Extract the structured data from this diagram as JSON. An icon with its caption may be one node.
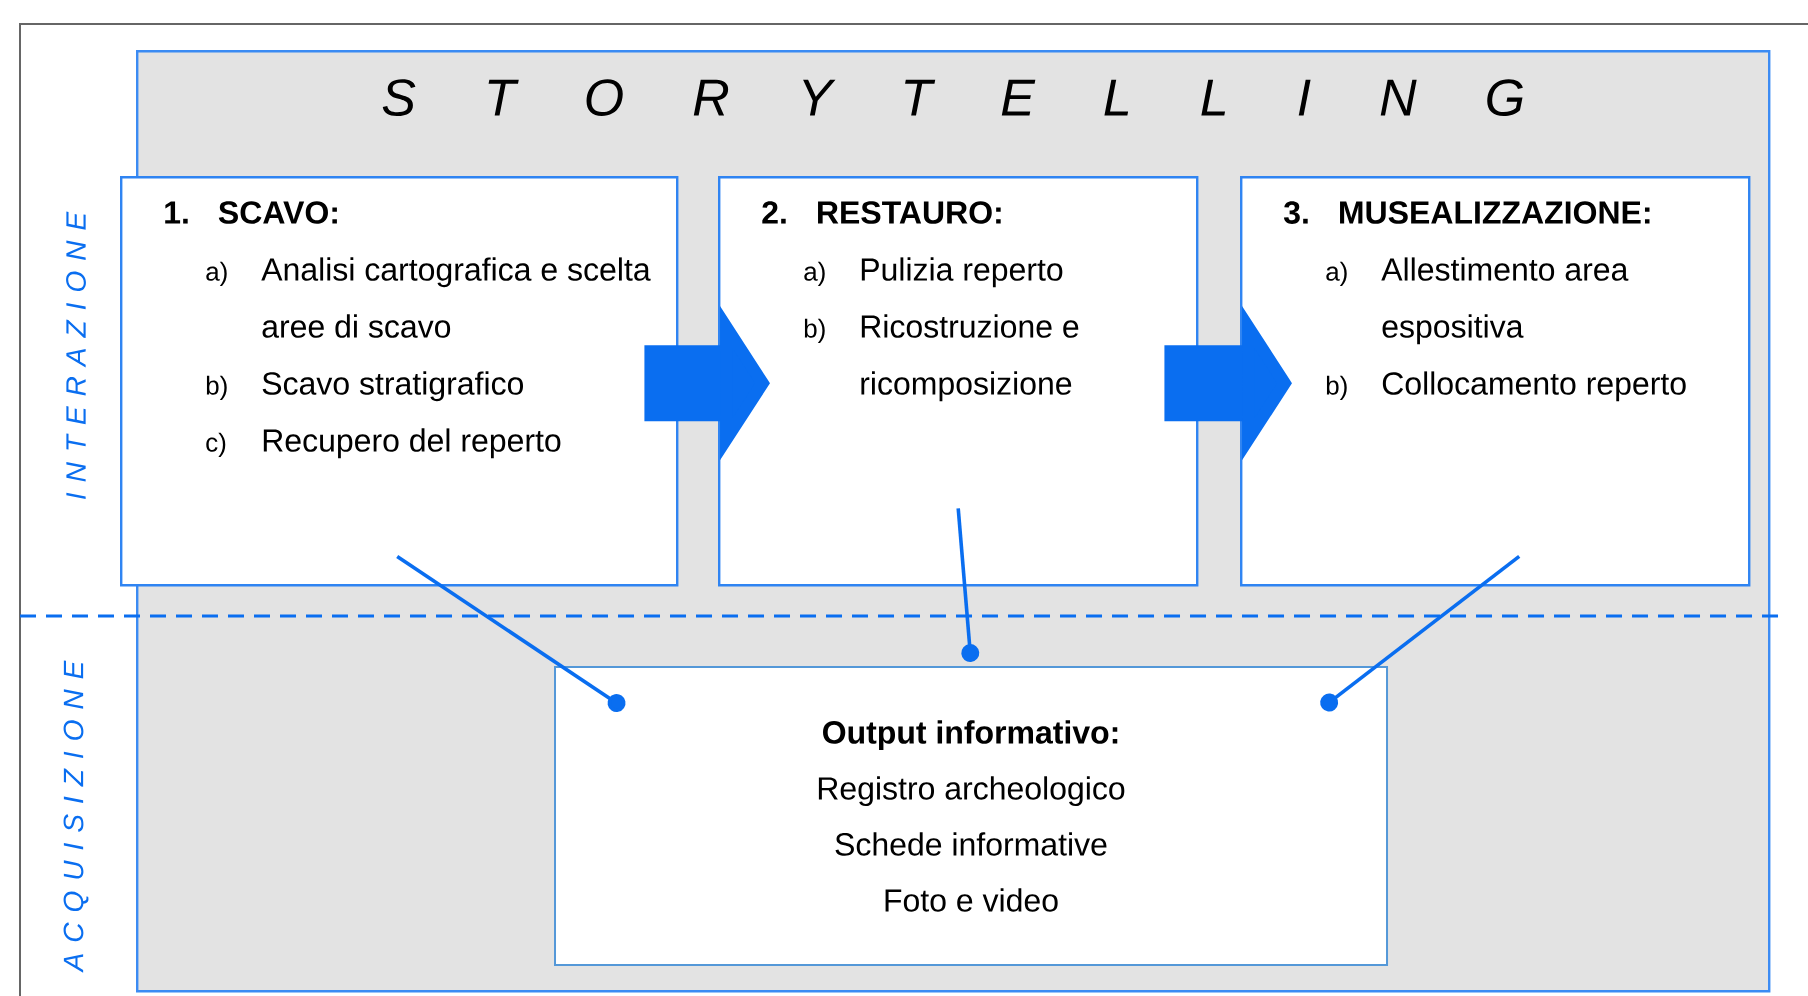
{
  "diagram": {
    "nodes": [
      {
        "text": [
          "S T O R Y T E L L I N G"
        ]
      },
      {
        "in": 0,
        "text": [
          "1.",
          "SCAVO:",
          "a)",
          "Analisi cartografica e scelta aree di scavo",
          "b)",
          "Scavo stratigrafico",
          "c)",
          "Recupero del reperto"
        ]
      },
      {
        "in": 0,
        "text": [
          "2.",
          "RESTAURO:",
          "a)",
          "Pulizia reperto",
          "b)",
          "Ricostruzione e ricomposizione"
        ]
      },
      {
        "in": 0,
        "text": [
          "3.",
          "MUSEALIZZAZIONE:",
          "a)",
          "Allestimento area espositiva",
          "b)",
          "Collocamento reperto"
        ]
      },
      {
        "text": [
          "Output informativo:",
          "Registro archeologico",
          "Schede informative",
          "Foto e video"
        ],
        "in": 0
      }
    ],
    "edges": [
      {
        "from": 1,
        "to": 2,
        "arrow": "to",
        "style": "thick"
      },
      {
        "from": 2,
        "to": 3,
        "arrow": "to",
        "style": "thick"
      },
      {
        "from": 1,
        "to": 4,
        "arrow": "other"
      },
      {
        "from": 2,
        "to": 4,
        "arrow": "other"
      },
      {
        "from": 3,
        "to": 4,
        "arrow": "other"
      }
    ],
    "labels": [
      "I N T E R A Z I O N E",
      "A C Q U I S I Z I O N E"
    ]
  }
}
